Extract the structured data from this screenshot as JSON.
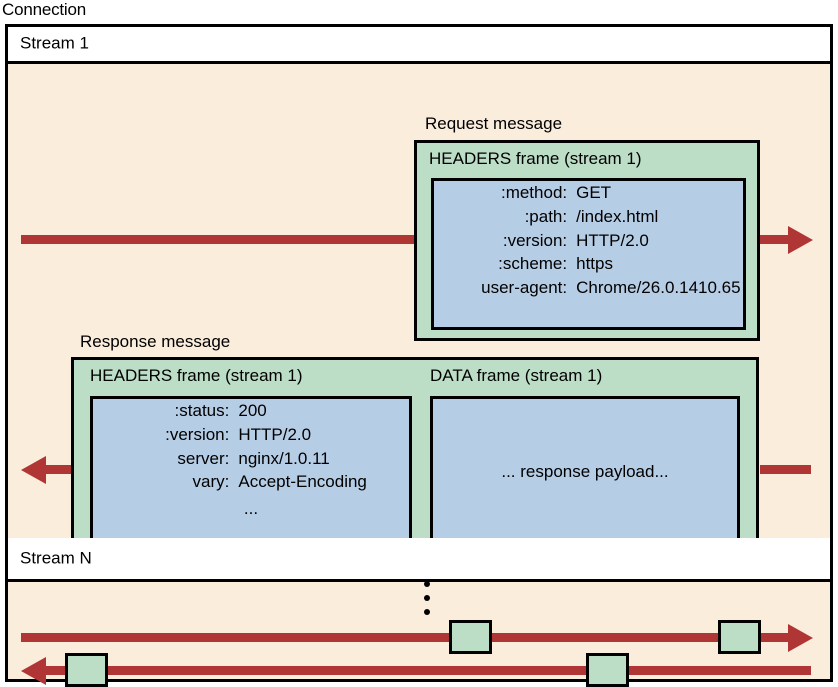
{
  "diagram": {
    "connection_label": "Connection",
    "streams": [
      {
        "name": "stream-1",
        "label": "Stream 1"
      },
      {
        "name": "stream-N",
        "label": "Stream N"
      }
    ],
    "request": {
      "caption": "Request message",
      "frame_title": "HEADERS frame (stream 1)",
      "headers": [
        {
          "key": ":method:",
          "value": "GET"
        },
        {
          "key": ":path:",
          "value": "/index.html"
        },
        {
          "key": ":version:",
          "value": "HTTP/2.0"
        },
        {
          "key": ":scheme:",
          "value": "https"
        },
        {
          "key": "user-agent:",
          "value": "Chrome/26.0.1410.65"
        }
      ]
    },
    "response": {
      "caption": "Response message",
      "headers_frame_title": "HEADERS frame (stream 1)",
      "headers": [
        {
          "key": ":status:",
          "value": "200"
        },
        {
          "key": ":version:",
          "value": "HTTP/2.0"
        },
        {
          "key": "server:",
          "value": "nginx/1.0.11"
        },
        {
          "key": "vary:",
          "value": "Accept-Encoding"
        }
      ],
      "headers_ellipsis": "...",
      "data_frame_title": "DATA frame (stream 1)",
      "data_payload": "... response payload..."
    },
    "colors": {
      "background": "#faeddc",
      "frame_green": "#bcddc6",
      "payload_blue": "#b6cde6",
      "arrow_red": "#b03535",
      "outline": "#000000",
      "header_white": "#ffffff"
    }
  }
}
